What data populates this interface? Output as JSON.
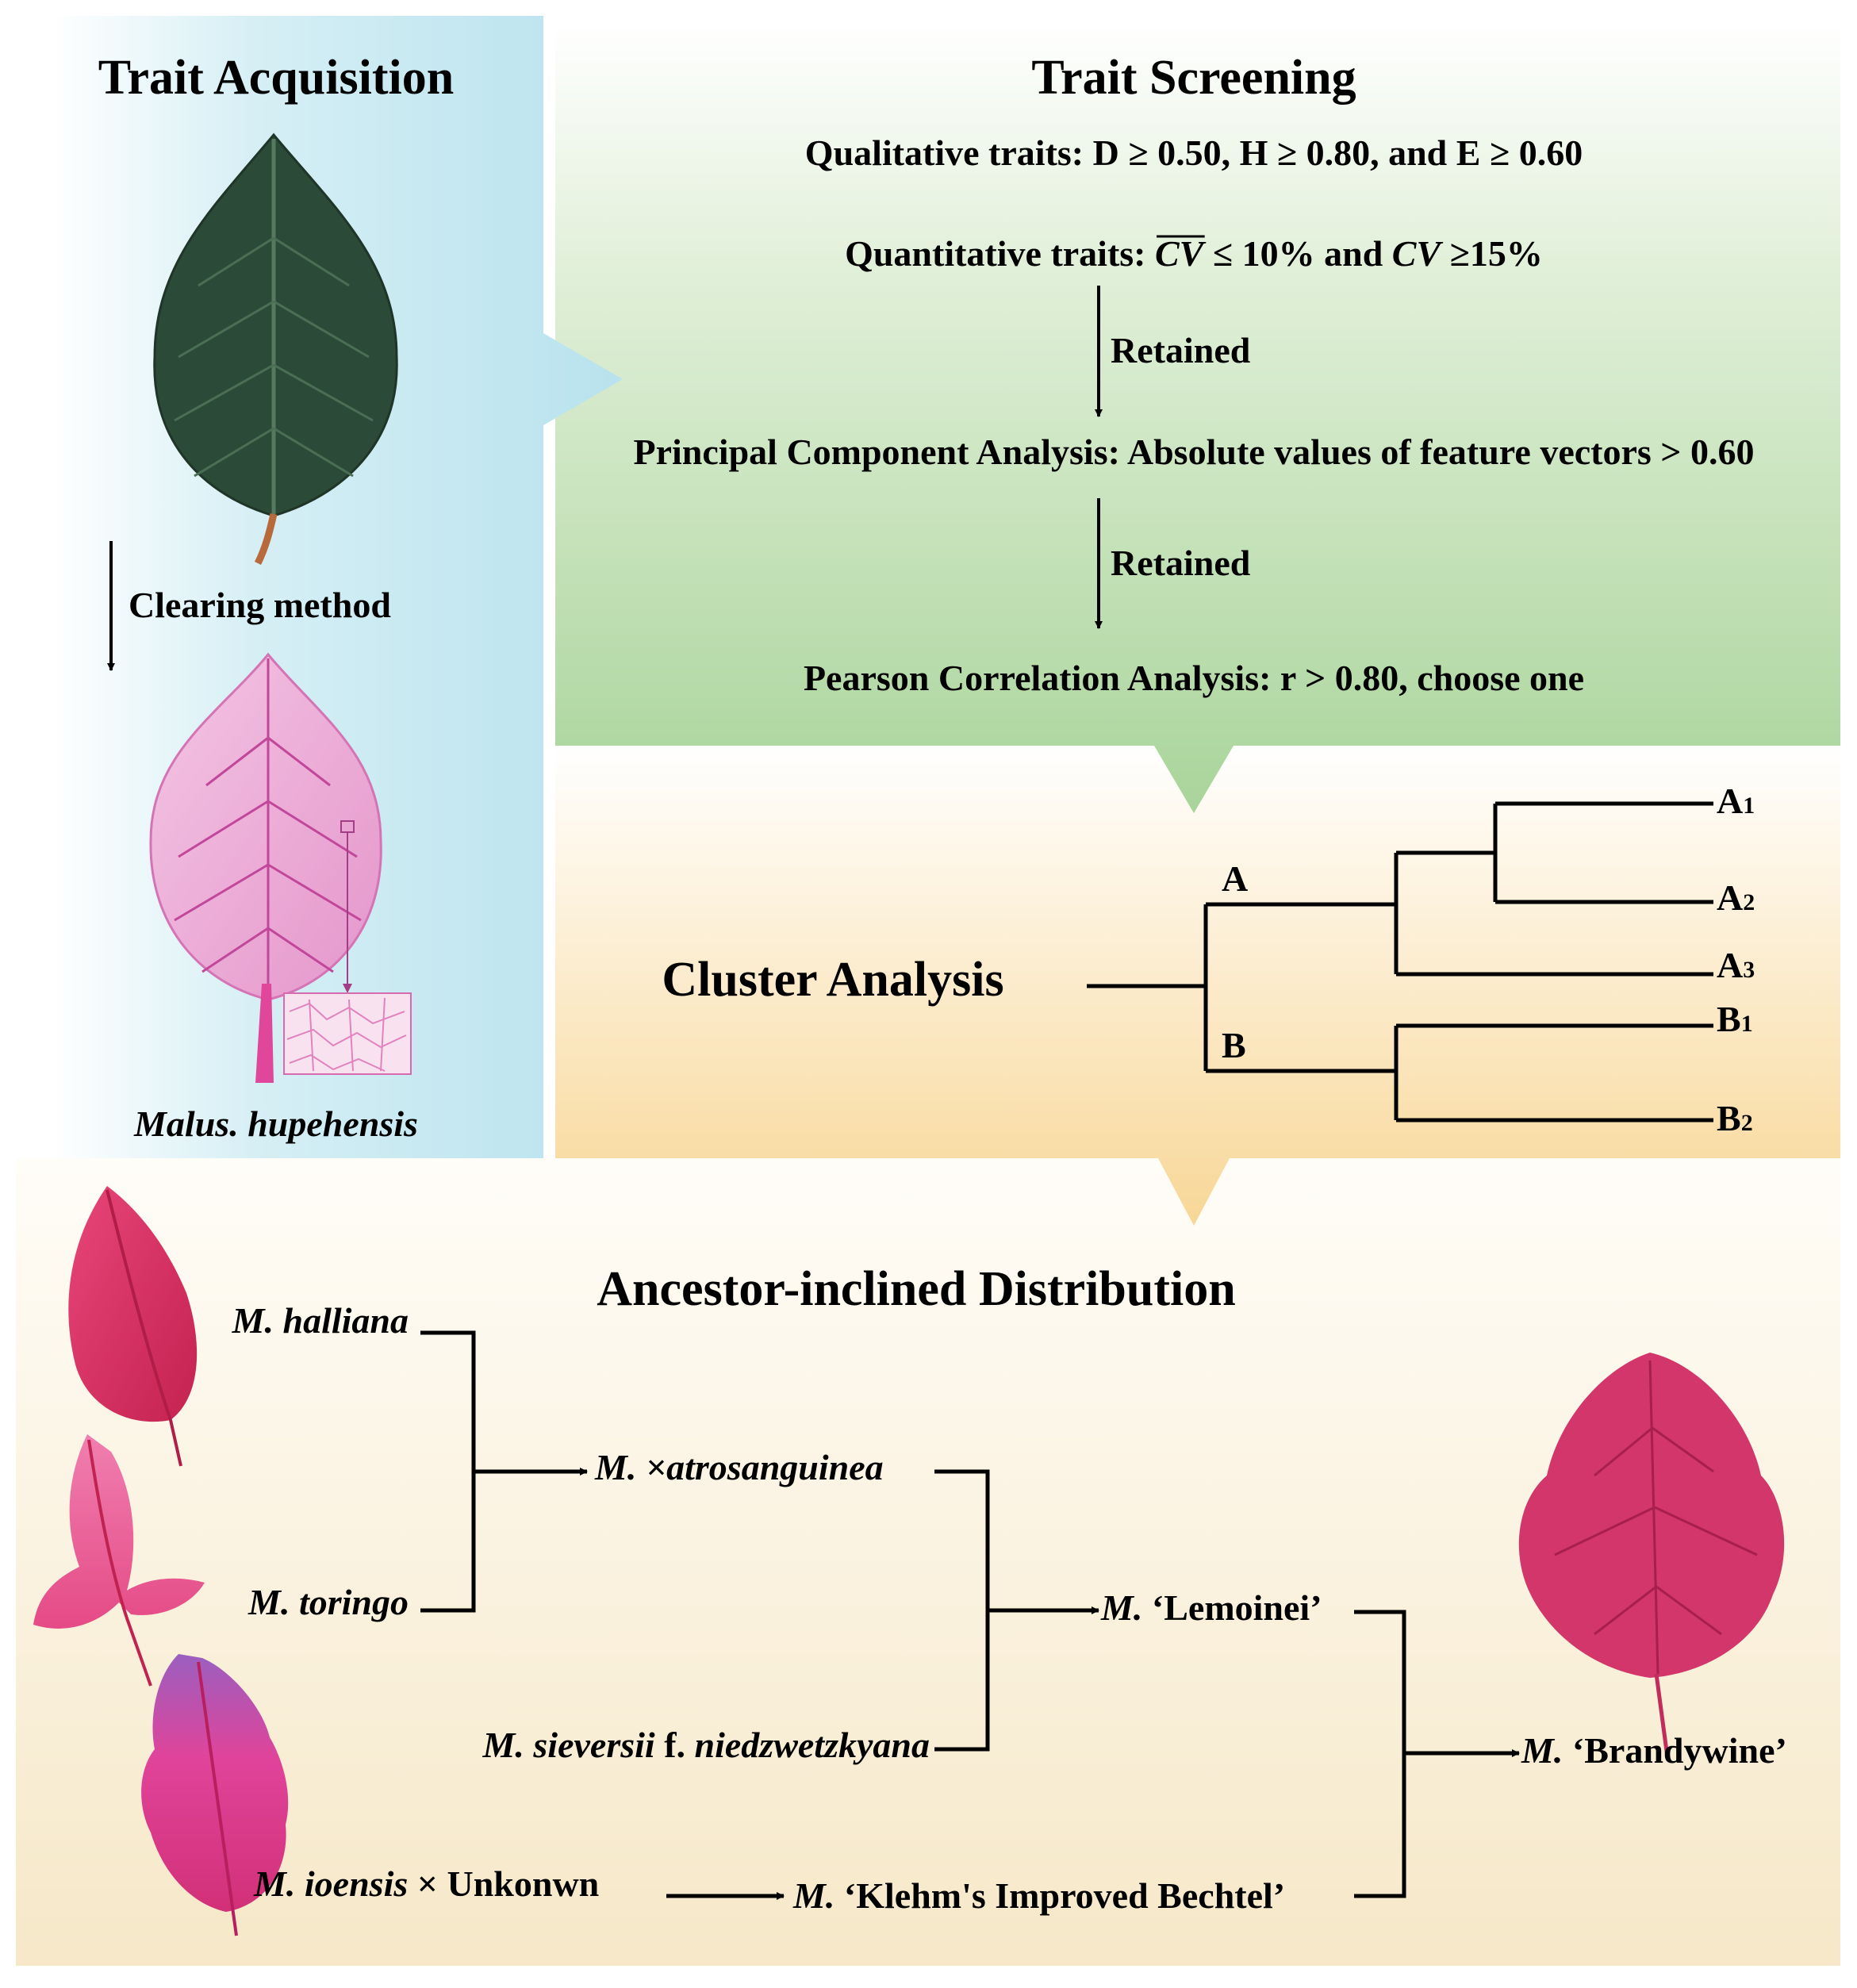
{
  "panels": {
    "acquisition": {
      "title": "Trait Acquisition",
      "step_label": "Clearing method",
      "species_label": "Malus. hupehensis"
    },
    "screening": {
      "title": "Trait Screening",
      "qualitative_text": "Qualitative traits: D ≥ 0.50, H ≥ 0.80, and E ≥ 0.60",
      "quantitative_prefix": "Quantitative traits: ",
      "quantitative_cv_bar": "CV",
      "quantitative_mid": " ≤ 10% and ",
      "quantitative_cv": "CV",
      "quantitative_suffix": " ≥15%",
      "retained_1": "Retained",
      "pca_text": "Principal Component Analysis:  Absolute values of feature vectors > 0.60",
      "retained_2": "Retained",
      "pearson_text": "Pearson Correlation Analysis: r > 0.80, choose one"
    },
    "cluster": {
      "title": "Cluster Analysis",
      "node_a": "A",
      "node_b": "B",
      "leaves": [
        {
          "letter": "A",
          "sub": "1"
        },
        {
          "letter": "A",
          "sub": "2"
        },
        {
          "letter": "A",
          "sub": "3"
        },
        {
          "letter": "B",
          "sub": "1"
        },
        {
          "letter": "B",
          "sub": "2"
        }
      ]
    },
    "distribution": {
      "title": "Ancestor-inclined Distribution",
      "halliana": {
        "genus": "M.",
        "species": "halliana"
      },
      "toringo": {
        "genus": "M.",
        "species": "toringo"
      },
      "atrosanguinea": {
        "genus": "M.",
        "species": "×atrosanguinea"
      },
      "sieversii": {
        "genus": "M.",
        "species": "sieversii",
        "rank": "f.",
        "infra": "niedzwetzkyana"
      },
      "lemoinei": {
        "genus": "M.",
        "cultivar": "‘Lemoinei’"
      },
      "ioensis": {
        "genus": "M.",
        "species": "ioensis",
        "cross": "× Unkonwn"
      },
      "klehm": {
        "genus": "M.",
        "cultivar": "‘Klehm's Improved Bechtel’"
      },
      "brandywine": {
        "genus": "M.",
        "cultivar": "‘Brandywine’"
      }
    }
  },
  "colors": {
    "acquisition_bg": "#bfe6f0",
    "screening_bg": "#a9d49a",
    "cluster_bg": "#f9dba0",
    "distribution_bg": "#f6ead0",
    "dark_leaf": "#2c4a38",
    "cleared_leaf": "#e9a3d4",
    "red_leaf": "#d9305f"
  }
}
